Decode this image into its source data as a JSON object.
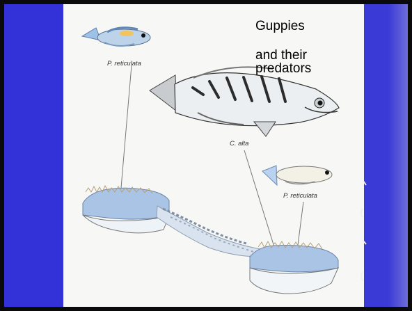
{
  "title": {
    "line1": "Guppies",
    "line2": "and their predators"
  },
  "labels": {
    "guppy_top": "P. reticulata",
    "predator": "C. alta",
    "guppy_right": "P. reticulata"
  },
  "colors": {
    "slide_blue": "#3232d8",
    "panel_bg": "#f7f7f6",
    "water_blue": "#a9c4e4",
    "frame": "#0a0a0a"
  }
}
